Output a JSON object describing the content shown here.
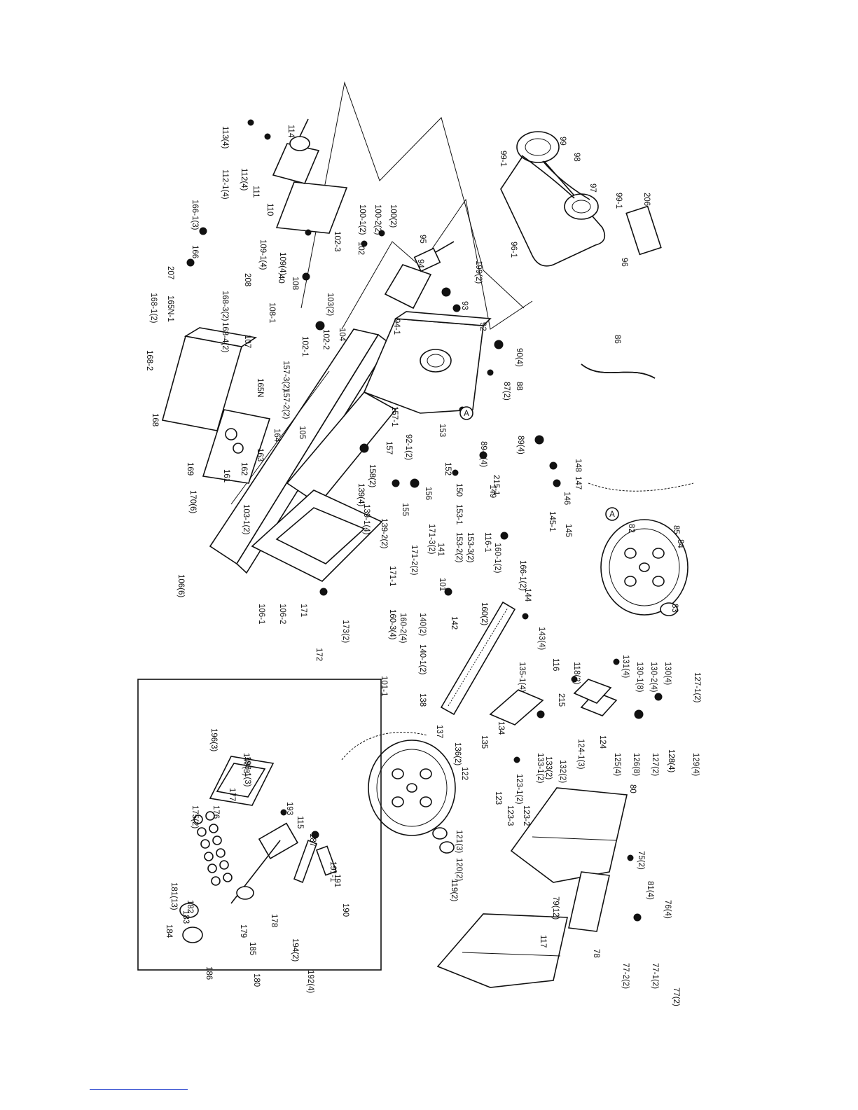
{
  "labels": [
    {
      "id": "p114",
      "t": "114"
    },
    {
      "id": "p113_4",
      "t": "113(4)"
    },
    {
      "id": "p112_1_4",
      "t": "112-1(4)"
    },
    {
      "id": "p112_4",
      "t": "112(4)"
    },
    {
      "id": "p111",
      "t": "111"
    },
    {
      "id": "p110",
      "t": "110"
    },
    {
      "id": "p166_1_3",
      "t": "166-1(3)"
    },
    {
      "id": "p166",
      "t": "166"
    },
    {
      "id": "p207",
      "t": "207"
    },
    {
      "id": "p208",
      "t": "208"
    },
    {
      "id": "p109_1_4",
      "t": "109-1(4)"
    },
    {
      "id": "p109_4",
      "t": "109(4)"
    },
    {
      "id": "p40",
      "t": "40"
    },
    {
      "id": "p108",
      "t": "108"
    },
    {
      "id": "p108_1",
      "t": "108-1"
    },
    {
      "id": "p107",
      "t": "107"
    },
    {
      "id": "p168_1_2",
      "t": "168-1(2)"
    },
    {
      "id": "p165n_1",
      "t": "165N-1"
    },
    {
      "id": "p168_3_2",
      "t": "168-3(2)"
    },
    {
      "id": "p168_4_2",
      "t": "168-4(2)"
    },
    {
      "id": "p168_2",
      "t": "168-2"
    },
    {
      "id": "p165n",
      "t": "165N"
    },
    {
      "id": "p168",
      "t": "168"
    },
    {
      "id": "p157_3_2",
      "t": "157-3(2)"
    },
    {
      "id": "p157_2_2",
      "t": "157-2(2)"
    },
    {
      "id": "p169",
      "t": "169"
    },
    {
      "id": "p161",
      "t": "161"
    },
    {
      "id": "p162",
      "t": "162"
    },
    {
      "id": "p163",
      "t": "163"
    },
    {
      "id": "p164",
      "t": "164"
    },
    {
      "id": "p105",
      "t": "105"
    },
    {
      "id": "p170_6",
      "t": "170(6)"
    },
    {
      "id": "p103_1_2",
      "t": "103-1(2)"
    },
    {
      "id": "p106_6",
      "t": "106(6)"
    },
    {
      "id": "p106_1",
      "t": "106-1"
    },
    {
      "id": "p106_2",
      "t": "106-2"
    },
    {
      "id": "p171",
      "t": "171"
    },
    {
      "id": "p172",
      "t": "172"
    },
    {
      "id": "p173_2",
      "t": "173(2)"
    },
    {
      "id": "p102_3",
      "t": "102-3"
    },
    {
      "id": "p102",
      "t": "102"
    },
    {
      "id": "p103_2",
      "t": "103(2)"
    },
    {
      "id": "p102_1",
      "t": "102-1"
    },
    {
      "id": "p102_2",
      "t": "102-2"
    },
    {
      "id": "p104",
      "t": "104"
    },
    {
      "id": "p100_1_2",
      "t": "100-1(2)"
    },
    {
      "id": "p100_2_2",
      "t": "100-2(2)"
    },
    {
      "id": "p100_2",
      "t": "100(2)"
    },
    {
      "id": "p95",
      "t": "95"
    },
    {
      "id": "p94",
      "t": "94"
    },
    {
      "id": "p94_1",
      "t": "94-1"
    },
    {
      "id": "p93",
      "t": "93"
    },
    {
      "id": "p199_2",
      "t": "199(2)"
    },
    {
      "id": "p92",
      "t": "92"
    },
    {
      "id": "p90_4",
      "t": "90(4)"
    },
    {
      "id": "p88",
      "t": "88"
    },
    {
      "id": "p87_2",
      "t": "87(2)"
    },
    {
      "id": "p89_1_4",
      "t": "89-1(4)"
    },
    {
      "id": "p89_4",
      "t": "89(4)"
    },
    {
      "id": "p153",
      "t": "153"
    },
    {
      "id": "p92_1_2",
      "t": "92-1(2)"
    },
    {
      "id": "p157_1",
      "t": "157-1"
    },
    {
      "id": "p157",
      "t": "157"
    },
    {
      "id": "p158_2",
      "t": "158(2)"
    },
    {
      "id": "p139_4",
      "t": "139(4)"
    },
    {
      "id": "p139_1_4",
      "t": "139-1(4)"
    },
    {
      "id": "p139_2_2",
      "t": "139-2(2)"
    },
    {
      "id": "p155",
      "t": "155"
    },
    {
      "id": "p156",
      "t": "156"
    },
    {
      "id": "p99_1a",
      "t": "99-1"
    },
    {
      "id": "p99",
      "t": "99"
    },
    {
      "id": "p98",
      "t": "98"
    },
    {
      "id": "p97",
      "t": "97"
    },
    {
      "id": "p99_1b",
      "t": "99-1"
    },
    {
      "id": "p206",
      "t": "206"
    },
    {
      "id": "p96_1",
      "t": "96-1"
    },
    {
      "id": "p96",
      "t": "96"
    },
    {
      "id": "p86",
      "t": "86"
    },
    {
      "id": "p152",
      "t": "152"
    },
    {
      "id": "p150",
      "t": "150"
    },
    {
      "id": "p153_1",
      "t": "153-1"
    },
    {
      "id": "p153_2_2",
      "t": "153-2(2)"
    },
    {
      "id": "p153_3_2",
      "t": "153-3(2)"
    },
    {
      "id": "p149",
      "t": "149"
    },
    {
      "id": "p215_1",
      "t": "215-1"
    },
    {
      "id": "p148",
      "t": "148"
    },
    {
      "id": "p147",
      "t": "147"
    },
    {
      "id": "p146",
      "t": "146"
    },
    {
      "id": "p145_1",
      "t": "145-1"
    },
    {
      "id": "p145",
      "t": "145"
    },
    {
      "id": "p116_1",
      "t": "116-1"
    },
    {
      "id": "p160_1_2",
      "t": "160-1(2)"
    },
    {
      "id": "p171_3_2",
      "t": "171-3(2)"
    },
    {
      "id": "p171_2_2",
      "t": "171-2(2)"
    },
    {
      "id": "p171_1",
      "t": "171-1"
    },
    {
      "id": "p141",
      "t": "141"
    },
    {
      "id": "p166_1_2",
      "t": "166-1(2)"
    },
    {
      "id": "p101",
      "t": "101"
    },
    {
      "id": "p160_2",
      "t": "160(2)"
    },
    {
      "id": "p144",
      "t": "144"
    },
    {
      "id": "p82",
      "t": "82"
    },
    {
      "id": "p85",
      "t": "85"
    },
    {
      "id": "p84",
      "t": "84"
    },
    {
      "id": "p83",
      "t": "83"
    },
    {
      "id": "p160_3_4",
      "t": "160-3(4)"
    },
    {
      "id": "p160_2_4",
      "t": "160-2(4)"
    },
    {
      "id": "p140_2",
      "t": "140(2)"
    },
    {
      "id": "p140_1_2",
      "t": "140-1(2)"
    },
    {
      "id": "p142",
      "t": "142"
    },
    {
      "id": "p143_4",
      "t": "143(4)"
    },
    {
      "id": "p135_1_4",
      "t": "135-1(4)"
    },
    {
      "id": "p101_1",
      "t": "101-1"
    },
    {
      "id": "p138",
      "t": "138"
    },
    {
      "id": "p137",
      "t": "137"
    },
    {
      "id": "p136_2",
      "t": "136(2)"
    },
    {
      "id": "p135",
      "t": "135"
    },
    {
      "id": "p134",
      "t": "134"
    },
    {
      "id": "p116",
      "t": "116"
    },
    {
      "id": "p118_2",
      "t": "118(2)"
    },
    {
      "id": "p215",
      "t": "215"
    },
    {
      "id": "p131_4",
      "t": "131(4)"
    },
    {
      "id": "p130_1_8",
      "t": "130-1(8)"
    },
    {
      "id": "p130_2_4",
      "t": "130-2(4)"
    },
    {
      "id": "p130_4",
      "t": "130(4)"
    },
    {
      "id": "p127_1_2",
      "t": "127-1(2)"
    },
    {
      "id": "p124_1_3",
      "t": "124-1(3)"
    },
    {
      "id": "p124",
      "t": "124"
    },
    {
      "id": "p125_4",
      "t": "125(4)"
    },
    {
      "id": "p126_8",
      "t": "126(8)"
    },
    {
      "id": "p127_2",
      "t": "127(2)"
    },
    {
      "id": "p128_4",
      "t": "128(4)"
    },
    {
      "id": "p129_4",
      "t": "129(4)"
    },
    {
      "id": "p133_1_2",
      "t": "133-1(2)"
    },
    {
      "id": "p133_2",
      "t": "133(2)"
    },
    {
      "id": "p132_2",
      "t": "132(2)"
    },
    {
      "id": "p123_1_2",
      "t": "123-1(2)"
    },
    {
      "id": "p123",
      "t": "123"
    },
    {
      "id": "p123_3",
      "t": "123-3"
    },
    {
      "id": "p123_2",
      "t": "123-2"
    },
    {
      "id": "p122",
      "t": "122"
    },
    {
      "id": "p121_3",
      "t": "121(3)"
    },
    {
      "id": "p120_2",
      "t": "120(2)"
    },
    {
      "id": "p119_2",
      "t": "119(2)"
    },
    {
      "id": "p80",
      "t": "80"
    },
    {
      "id": "p75_2",
      "t": "75(2)"
    },
    {
      "id": "p81_4",
      "t": "81(4)"
    },
    {
      "id": "p76_4",
      "t": "76(4)"
    },
    {
      "id": "p79_12",
      "t": "79(12)"
    },
    {
      "id": "p117",
      "t": "117"
    },
    {
      "id": "p78",
      "t": "78"
    },
    {
      "id": "p77_2_2",
      "t": "77-2(2)"
    },
    {
      "id": "p77_1_2",
      "t": "77-1(2)"
    },
    {
      "id": "p77_2",
      "t": "77(2)"
    },
    {
      "id": "p196_3",
      "t": "196(3)"
    },
    {
      "id": "p195_3",
      "t": "195(3)"
    },
    {
      "id": "p196_1_3",
      "t": "196-1(3)"
    },
    {
      "id": "p177",
      "t": "177"
    },
    {
      "id": "p175_2",
      "t": "175(2)"
    },
    {
      "id": "p176",
      "t": "176"
    },
    {
      "id": "p193",
      "t": "193"
    },
    {
      "id": "p115",
      "t": "115"
    },
    {
      "id": "p187",
      "t": "187"
    },
    {
      "id": "p191_1",
      "t": "191-1"
    },
    {
      "id": "p191",
      "t": "191"
    },
    {
      "id": "p181_13",
      "t": "181(13)"
    },
    {
      "id": "p182",
      "t": "182"
    },
    {
      "id": "p183",
      "t": "183"
    },
    {
      "id": "p184",
      "t": "184"
    },
    {
      "id": "p178",
      "t": "178"
    },
    {
      "id": "p179",
      "t": "179"
    },
    {
      "id": "p185",
      "t": "185"
    },
    {
      "id": "p186",
      "t": "186"
    },
    {
      "id": "p180",
      "t": "180"
    },
    {
      "id": "p194_2",
      "t": "194(2)"
    },
    {
      "id": "p192_4",
      "t": "192(4)"
    },
    {
      "id": "p190",
      "t": "190"
    }
  ],
  "callouts": {
    "circle_a": "A"
  }
}
